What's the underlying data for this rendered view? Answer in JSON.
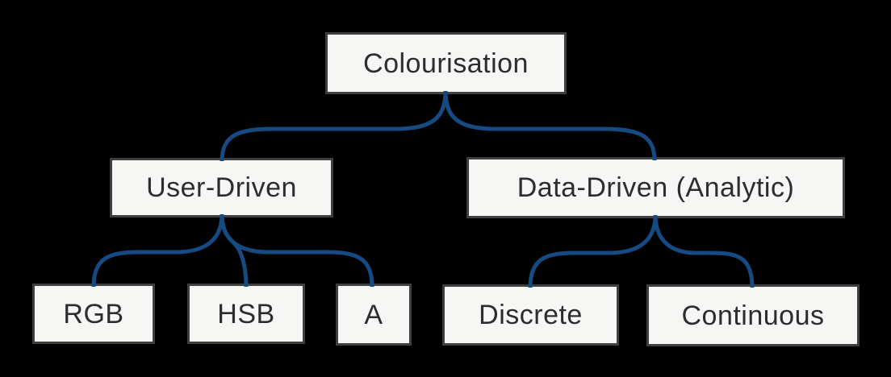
{
  "diagram": {
    "type": "tree",
    "background_color": "#000000",
    "node_fill_color": "#f6f6f5",
    "node_border_color": "#3e4040",
    "node_text_color": "#2b2d2e",
    "edge_color": "#154a82",
    "nodes": {
      "root": {
        "label": "Colourisation"
      },
      "user_driven": {
        "label": "User-Driven"
      },
      "data_driven": {
        "label": "Data-Driven (Analytic)"
      },
      "rgb": {
        "label": "RGB"
      },
      "hsb": {
        "label": "HSB"
      },
      "a": {
        "label": "A"
      },
      "discrete": {
        "label": "Discrete"
      },
      "continuous": {
        "label": "Continuous"
      }
    },
    "edges": [
      {
        "from": "Colourisation",
        "to": "User-Driven"
      },
      {
        "from": "Colourisation",
        "to": "Data-Driven (Analytic)"
      },
      {
        "from": "User-Driven",
        "to": "RGB"
      },
      {
        "from": "User-Driven",
        "to": "HSB"
      },
      {
        "from": "User-Driven",
        "to": "A"
      },
      {
        "from": "Data-Driven (Analytic)",
        "to": "Discrete"
      },
      {
        "from": "Data-Driven (Analytic)",
        "to": "Continuous"
      }
    ]
  }
}
